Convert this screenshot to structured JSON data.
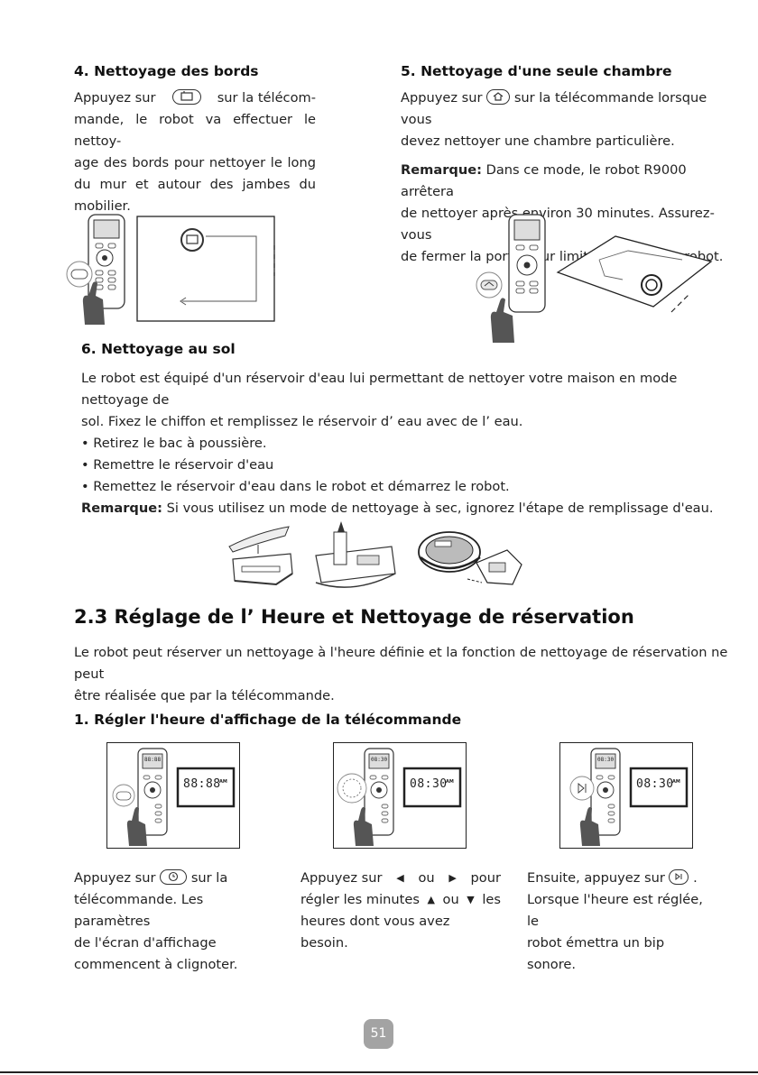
{
  "section4": {
    "title": "4.  Nettoyage des bords",
    "text_before": "Appuyez sur",
    "text_after": "sur la télécom-",
    "lines": [
      "mande, le robot va effectuer le nettoy-",
      "age des bords pour nettoyer le long",
      "du mur et autour des jambes du",
      "mobilier."
    ]
  },
  "section5": {
    "title": "5. Nettoyage d'une seule chambre",
    "text_before": "Appuyez sur",
    "text_after": "sur la télécommande lorsque vous",
    "line2": "devez nettoyer une chambre particulière.",
    "note_label": "Remarque:",
    "note_text": " Dans ce mode, le robot R9000 arrêtera",
    "note_lines": [
      "de nettoyer après environ 30 minutes. Assurez-vous",
      "de fermer la porte pour limiter la sortie du robot."
    ]
  },
  "section6": {
    "title": "6. Nettoyage au sol",
    "lines": [
      "Le robot est équipé d'un réservoir d'eau lui permettant de nettoyer votre maison en mode nettoyage de",
      "sol. Fixez le chiffon et remplissez le réservoir d’ eau avec de l’ eau."
    ],
    "bullets": [
      "Retirez le bac à poussière.",
      "Remettre le réservoir d'eau",
      "Remettez le réservoir d'eau dans le robot et démarrez le robot."
    ],
    "note_label": "Remarque:",
    "note_text": " Si vous utilisez un mode de nettoyage à sec, ignorez l'étape de remplissage d'eau."
  },
  "section23": {
    "title": "2.3 Réglage de l’ Heure et Nettoyage de réservation",
    "lines": [
      "Le robot peut réserver un nettoyage à l'heure définie et la fonction de nettoyage de réservation ne peut",
      "être réalisée que par la télécommande."
    ],
    "subtitle": "1. Régler l'heure d'affichage de la télécommande"
  },
  "steps": [
    {
      "display": "88:88",
      "ampm": "AM",
      "remote_display": "88:88",
      "before": "Appuyez sur",
      "after": "sur la",
      "lines": [
        "télécommande. Les paramètres",
        "de l'écran d'affichage",
        "commencent à clignoter."
      ]
    },
    {
      "display": "08:30",
      "ampm": "AM",
      "remote_display": "08:30",
      "before": "Appuyez sur",
      "mid1": "ou",
      "mid2": "pour",
      "line2a": "régler les minutes",
      "line2b": "ou",
      "line2c": "les",
      "line3": "heures dont vous avez besoin."
    },
    {
      "display": "08:30",
      "ampm": "AM",
      "remote_display": "08:30",
      "before": "Ensuite, appuyez sur",
      "after": ".",
      "lines": [
        "Lorsque l'heure est réglée, le",
        "robot émettra un bip sonore."
      ]
    }
  ],
  "page_number": "51",
  "icons": {
    "edge": "edge-clean-icon",
    "home": "home-icon",
    "clock": "clock-icon",
    "play_pause": "play-pause-icon",
    "left": "triangle-left-icon",
    "right": "triangle-right-icon",
    "up": "triangle-up-icon",
    "down": "triangle-down-icon"
  }
}
